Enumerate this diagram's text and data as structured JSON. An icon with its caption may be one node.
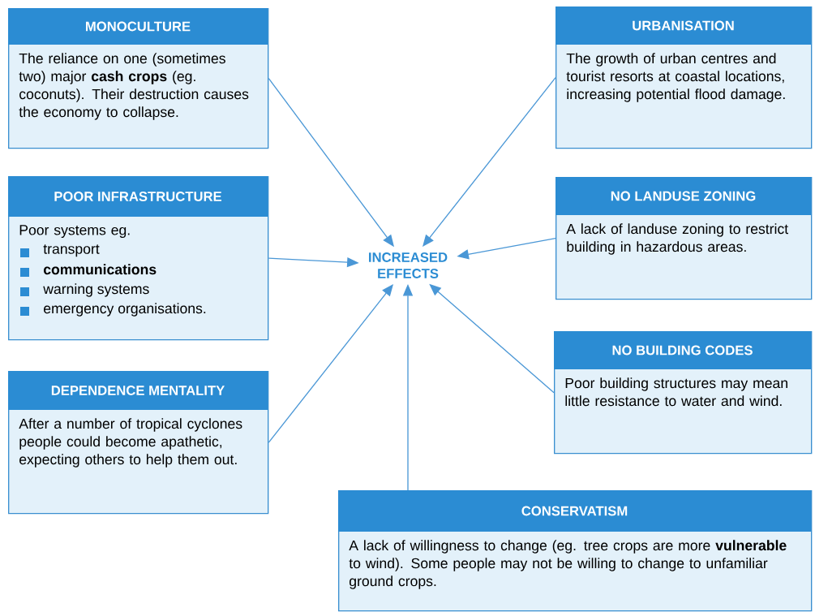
{
  "diagram": {
    "nodes": [
      {
        "text": [
          "MONOCULTURE",
          "The reliance on one (sometimes two) major **cash crops** (eg. coconuts). Their destruction causes the economy to collapse."
        ]
      },
      {
        "text": [
          "URBANISATION",
          "The growth of urban centres and tourist resorts at coastal locations, increasing potential flood damage."
        ]
      },
      {
        "text": [
          "POOR INFRASTRUCTURE",
          "Poor systems eg.",
          "transport",
          "communications",
          "warning systems",
          "emergency organisations."
        ]
      },
      {
        "text": [
          "INCREASED EFFECTS"
        ]
      },
      {
        "text": [
          "NO LANDUSE ZONING",
          "A lack of landuse zoning to restrict building in hazardous areas."
        ]
      },
      {
        "text": [
          "DEPENDENCE MENTALITY",
          "After a number of tropical cyclones people could become apathetic, expecting others to help them out."
        ]
      },
      {
        "text": [
          "NO BUILDING CODES",
          "Poor building structures may mean little resistance to water and wind."
        ]
      },
      {
        "text": [
          "CONSERVATISM",
          "A lack of willingness to change (eg. tree crops are more **vulnerable** to wind). Some people may not be willing to change to unfamiliar ground crops."
        ]
      }
    ],
    "edges": [
      {
        "from": 0,
        "to": 3,
        "arrow": "to"
      },
      {
        "from": 1,
        "to": 3,
        "arrow": "to"
      },
      {
        "from": 2,
        "to": 3,
        "arrow": "to"
      },
      {
        "from": 4,
        "to": 3,
        "arrow": "to"
      },
      {
        "from": 5,
        "to": 3,
        "arrow": "to"
      },
      {
        "from": 6,
        "to": 3,
        "arrow": "to"
      },
      {
        "from": 7,
        "to": 3,
        "arrow": "to"
      }
    ]
  }
}
